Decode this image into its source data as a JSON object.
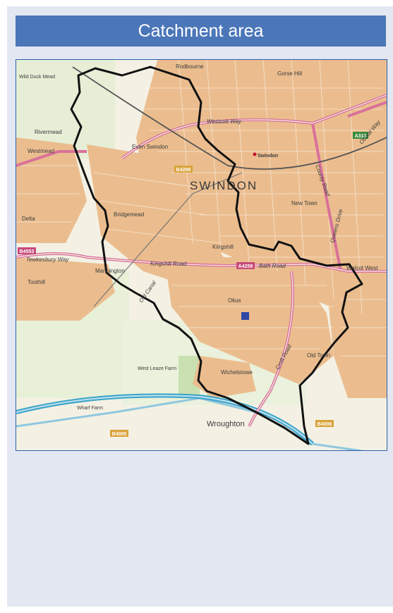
{
  "header": {
    "title": "Catchment area"
  },
  "map": {
    "colors": {
      "frame": "#2b5fa8",
      "title_bg": "#4b76b8",
      "urban": "#e9b98a",
      "main_road": "#d9719a",
      "motorway": "#3aa2c8",
      "boundary": "#111111",
      "school_marker": "#3047a8"
    },
    "labels": {
      "rodbourne": "Rodbourne",
      "gorse_hill": "Gorse Hill",
      "wild_duck_mead": "Wild Duck Mead",
      "rivermead": "Rivermead",
      "westmead": "Westmead",
      "even_swindon": "Even Swindon",
      "swindon_station": "Swindon",
      "town": "SWINDON",
      "new_town": "New Town",
      "bridgemead": "Bridgemead",
      "delta": "Delta",
      "kingshill": "Kingshill",
      "walcot_west": "Walcot West",
      "toothill": "Toothill",
      "mannington": "Mannington",
      "okus": "Okus",
      "old_town": "Old Town",
      "west_leaze_farm": "West Leaze Farm",
      "wichelstowe": "Wichelstowe",
      "wharf_farm": "Wharf Farm",
      "wroughton": "Wroughton"
    },
    "roads": {
      "a313": "A313",
      "b4289_north": "B4289",
      "a4259": "A4259",
      "b4553": "B4553",
      "b4005": "B4005",
      "b4006": "B4006",
      "westcott_way": "Westcott Way",
      "tewkesbury_way": "Tewkesbury Way",
      "kingshill_road": "Kingshill Road",
      "bath_road": "Bath Road",
      "croft_road": "Croft Road",
      "county_road": "County Road",
      "ocotal_way": "Ocotal Way",
      "queens_drive": "Queens Drive",
      "old_canal": "Old Canal"
    }
  }
}
